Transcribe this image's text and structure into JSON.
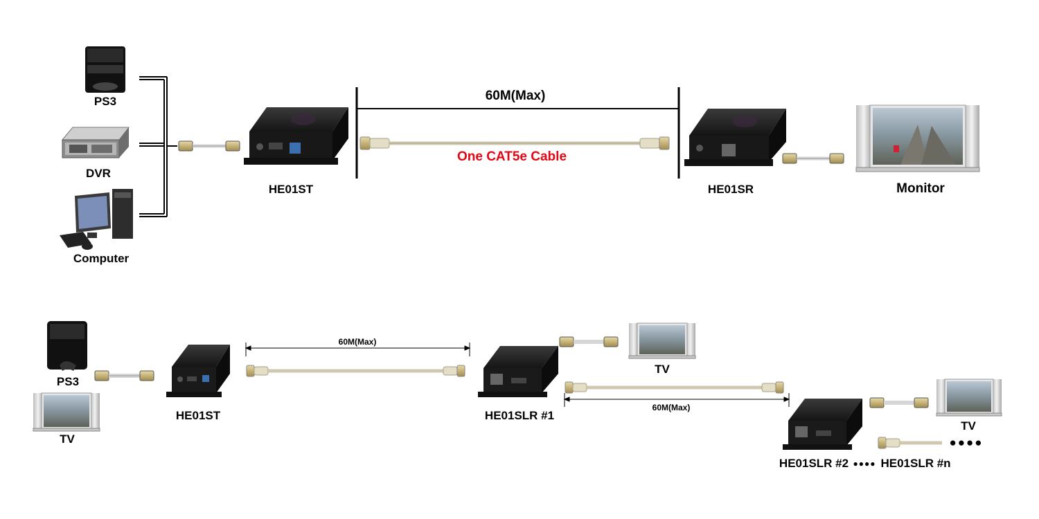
{
  "top": {
    "sources": [
      "PS3",
      "DVR",
      "Computer"
    ],
    "transmitter": "HE01ST",
    "receiver": "HE01SR",
    "display": "Monitor",
    "distance": "60M(Max)",
    "cable_caption": "One CAT5e Cable"
  },
  "bottom": {
    "source": "PS3",
    "local_display": "TV",
    "transmitter": "HE01ST",
    "receiver1": "HE01SLR #1",
    "display1": "TV",
    "distance1": "60M(Max)",
    "distance2": "60M(Max)",
    "receiver2": "HE01SLR #2",
    "dots": "●●●●",
    "receiver_n": "HE01SLR #n",
    "display2": "TV"
  },
  "colors": {
    "cable": "#cfc8b0",
    "caption": "#e30613",
    "device": "#1c1c1c"
  }
}
